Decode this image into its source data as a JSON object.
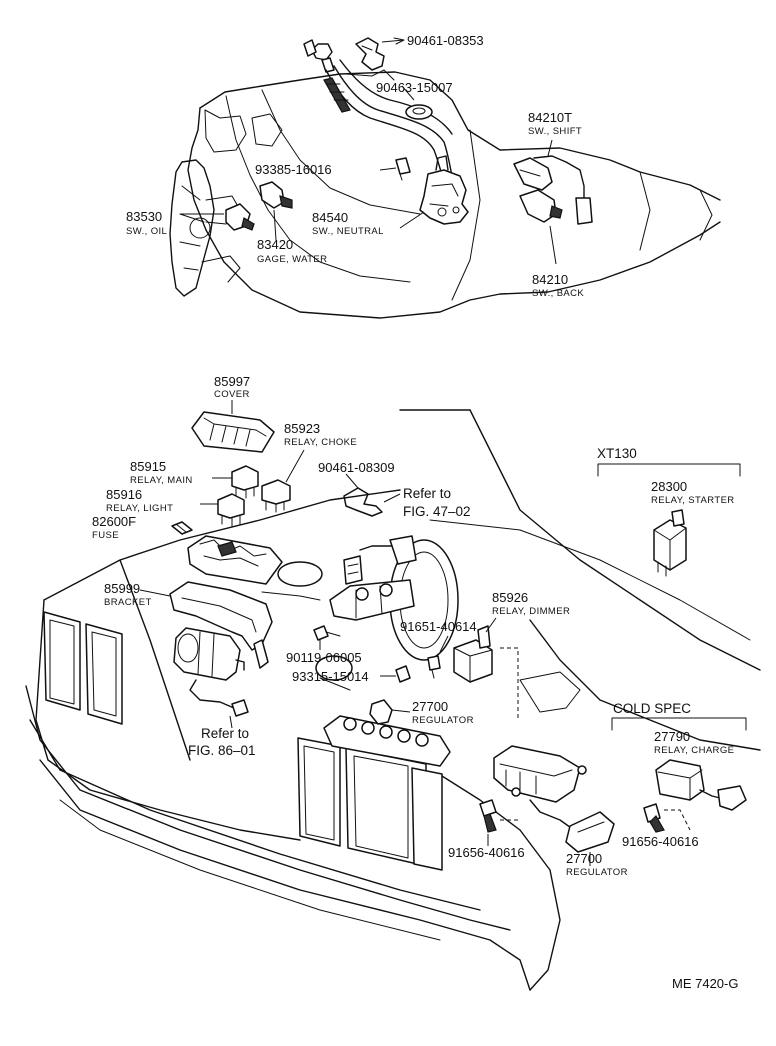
{
  "labels": {
    "p90461_08353": "90461-08353",
    "p90463_15007": "90463-15007",
    "p84210T": "84210T",
    "d84210T": "SW., SHIFT",
    "p93385_16016": "93385-16016",
    "p83530": "83530",
    "d83530": "SW., OIL",
    "p84540": "84540",
    "d84540": "SW., NEUTRAL",
    "p83420": "83420",
    "d83420": "GAGE, WATER",
    "p84210": "84210",
    "d84210": "SW., BACK",
    "p85997": "85997",
    "d85997": "COVER",
    "p85923": "85923",
    "d85923": "RELAY, CHOKE",
    "p85915": "85915",
    "d85915": "RELAY, MAIN",
    "p85916": "85916",
    "d85916": "RELAY, LIGHT",
    "p90461_08309": "90461-08309",
    "ref47_a": "Refer to",
    "ref47_b": "FIG. 47–02",
    "p82600F": "82600F",
    "d82600F": "FUSE",
    "xt130": "XT130",
    "p28300": "28300",
    "d28300": "RELAY, STARTER",
    "p85999": "85999",
    "d85999": "BRACKET",
    "p85926": "85926",
    "d85926": "RELAY, DIMMER",
    "p91651_40614": "91651-40614",
    "p90119_06005": "90119-06005",
    "p93315_15014": "93315-15014",
    "p27700a": "27700",
    "d27700a": "REGULATOR",
    "ref86_a": "Refer to",
    "ref86_b": "FIG. 86–01",
    "cold": "COLD SPEC",
    "p27790": "27790",
    "d27790": "RELAY, CHARGE",
    "p91656_a": "91656-40616",
    "p91656_b": "91656-40616",
    "p27700b": "27700",
    "d27700b": "REGULATOR",
    "code": "ME 7420-G"
  }
}
